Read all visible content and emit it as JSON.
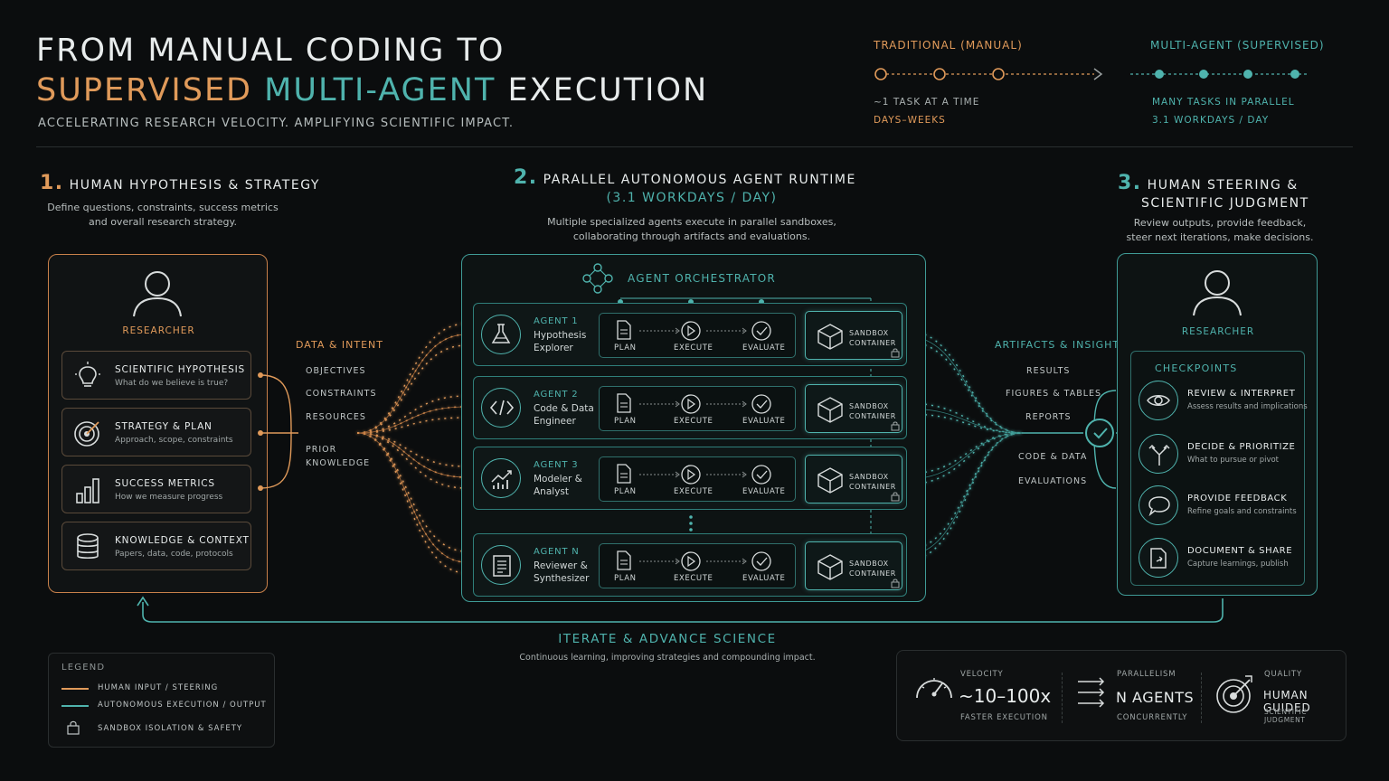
{
  "title": {
    "line1": "FROM MANUAL CODING TO",
    "w1": "SUPERVISED",
    "w2": "MULTI-AGENT",
    "w3": "EXECUTION"
  },
  "subtitle": "ACCELERATING RESEARCH VELOCITY. AMPLIFYING SCIENTIFIC IMPACT.",
  "compare": {
    "traditional": {
      "label": "TRADITIONAL (MANUAL)",
      "line1": "~1 TASK AT A TIME",
      "line2": "DAYS–WEEKS"
    },
    "multi": {
      "label": "MULTI-AGENT (SUPERVISED)",
      "line1": "MANY TASKS IN PARALLEL",
      "line2": "3.1 WORKDAYS / DAY"
    }
  },
  "section1": {
    "num": "1.",
    "title": "HUMAN HYPOTHESIS & STRATEGY",
    "desc1": "Define questions, constraints, success metrics",
    "desc2": "and overall research strategy."
  },
  "section2": {
    "num": "2.",
    "title": "PARALLEL AUTONOMOUS AGENT RUNTIME",
    "rate": "(3.1 WORKDAYS / DAY)",
    "desc1": "Multiple specialized agents execute in parallel sandboxes,",
    "desc2": "collaborating through artifacts and evaluations."
  },
  "section3": {
    "num": "3.",
    "title1": "HUMAN STEERING &",
    "title2": "SCIENTIFIC JUDGMENT",
    "desc1": "Review outputs, provide feedback,",
    "desc2": "steer next iterations, make decisions."
  },
  "left_panel": {
    "researcher": "RESEARCHER",
    "cards": [
      {
        "title": "SCIENTIFIC HYPOTHESIS",
        "sub": "What do we believe is true?"
      },
      {
        "title": "STRATEGY & PLAN",
        "sub": "Approach, scope, constraints"
      },
      {
        "title": "SUCCESS METRICS",
        "sub": "How we measure progress"
      },
      {
        "title": "KNOWLEDGE & CONTEXT",
        "sub": "Papers, data, code, protocols"
      }
    ]
  },
  "data_intent": {
    "title": "DATA & INTENT",
    "items": [
      "OBJECTIVES",
      "CONSTRAINTS",
      "RESOURCES",
      "PRIOR",
      "KNOWLEDGE"
    ]
  },
  "orchestrator": "AGENT ORCHESTRATOR",
  "agents": [
    {
      "name": "AGENT 1",
      "role1": "Hypothesis",
      "role2": "Explorer"
    },
    {
      "name": "AGENT 2",
      "role1": "Code & Data",
      "role2": "Engineer"
    },
    {
      "name": "AGENT 3",
      "role1": "Modeler &",
      "role2": "Analyst"
    },
    {
      "name": "AGENT N",
      "role1": "Reviewer &",
      "role2": "Synthesizer"
    }
  ],
  "steps": {
    "plan": "PLAN",
    "execute": "EXECUTE",
    "evaluate": "EVALUATE"
  },
  "sandbox": {
    "l1": "SANDBOX",
    "l2": "CONTAINER"
  },
  "artifacts": {
    "title": "ARTIFACTS & INSIGHTS",
    "items": [
      "RESULTS",
      "FIGURES & TABLES",
      "REPORTS",
      "CODE & DATA",
      "EVALUATIONS"
    ]
  },
  "right_panel": {
    "researcher": "RESEARCHER",
    "checkpoints_title": "CHECKPOINTS",
    "items": [
      {
        "title": "REVIEW & INTERPRET",
        "sub": "Assess results and implications"
      },
      {
        "title": "DECIDE & PRIORITIZE",
        "sub": "What to pursue or pivot"
      },
      {
        "title": "PROVIDE FEEDBACK",
        "sub": "Refine goals and constraints"
      },
      {
        "title": "DOCUMENT & SHARE",
        "sub": "Capture learnings, publish"
      }
    ]
  },
  "iterate": {
    "title": "ITERATE & ADVANCE SCIENCE",
    "sub": "Continuous learning, improving strategies and compounding impact."
  },
  "legend": {
    "title": "LEGEND",
    "human": "HUMAN INPUT / STEERING",
    "auto": "AUTONOMOUS EXECUTION / OUTPUT",
    "sandbox": "SANDBOX ISOLATION & SAFETY"
  },
  "metrics": [
    {
      "label": "VELOCITY",
      "value": "~10–100x",
      "sub": "FASTER EXECUTION"
    },
    {
      "label": "PARALLELISM",
      "value": "N AGENTS",
      "sub": "CONCURRENTLY"
    },
    {
      "label": "QUALITY",
      "value": "HUMAN GUIDED",
      "sub": "SCIENTIFIC JUDGMENT"
    }
  ],
  "colors": {
    "human": "#e09a5a",
    "autonomous": "#4fb3ad",
    "background": "#0b0d0e"
  }
}
